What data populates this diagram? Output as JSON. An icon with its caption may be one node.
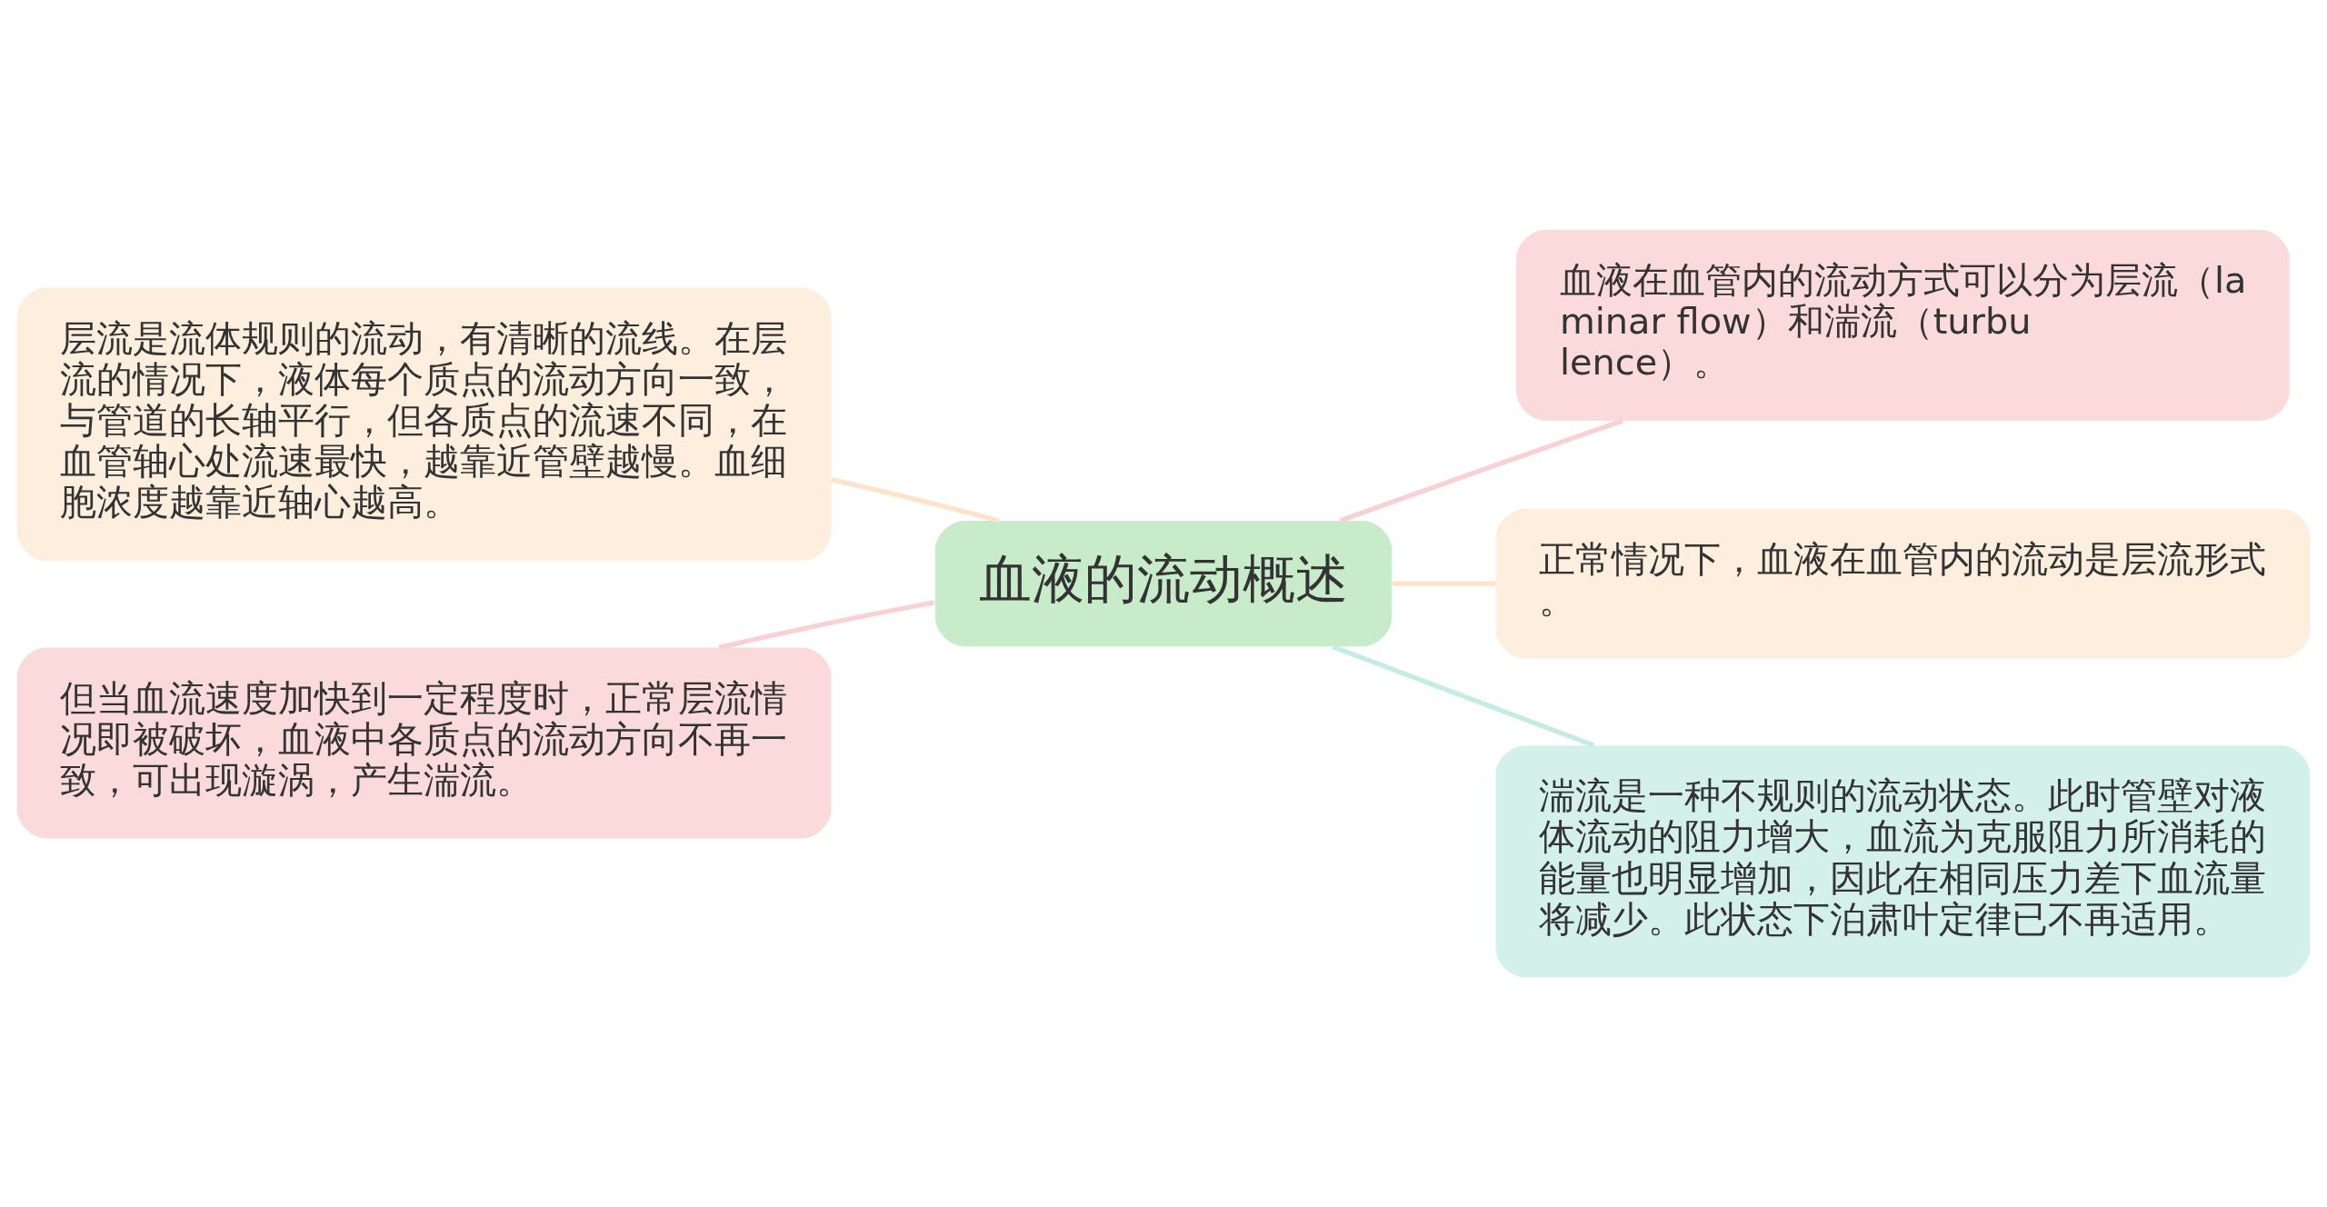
{
  "diagram": {
    "nodes": [
      {
        "text": [
          "血液的流动概述"
        ]
      },
      {
        "text": [
          "层流是流体规则的流动，有清晰的流线。在层流的情况下，液体每个质点的流动方向一致，与管道的长轴平行，但各质点的流速不同，在血管轴心处流速最快，越靠近管壁越慢。血细胞浓度越靠近轴心越高。"
        ]
      },
      {
        "text": [
          "但当血流速度加快到一定程度时，正常层流情况即被破坏，血液中各质点的流动方向不再一致，可出现漩涡，产生湍流。"
        ]
      },
      {
        "text": [
          "血液在血管内的流动方式可以分为层流（laminar flow）和湍流（turbulence）。"
        ]
      },
      {
        "text": [
          "正常情况下，血液在血管内的流动是层流形式。"
        ]
      },
      {
        "text": [
          "湍流是一种不规则的流动状态。此时管壁对液体流动的阻力增大，血流为克服阻力所消耗的能量也明显增加，因此在相同压力差下血流量将减少。此状态下泊肃叶定律已不再适用。"
        ]
      }
    ],
    "edges": [
      {
        "from": 0,
        "to": 1,
        "arrow": "none",
        "color": "#fde3cc"
      },
      {
        "from": 0,
        "to": 2,
        "arrow": "none",
        "color": "#f9d0d4"
      },
      {
        "from": 0,
        "to": 3,
        "arrow": "none",
        "color": "#f9d0d4"
      },
      {
        "from": 0,
        "to": 4,
        "arrow": "none",
        "color": "#fde3cc"
      },
      {
        "from": 0,
        "to": 5,
        "arrow": "none",
        "color": "#c4ece3"
      }
    ]
  }
}
